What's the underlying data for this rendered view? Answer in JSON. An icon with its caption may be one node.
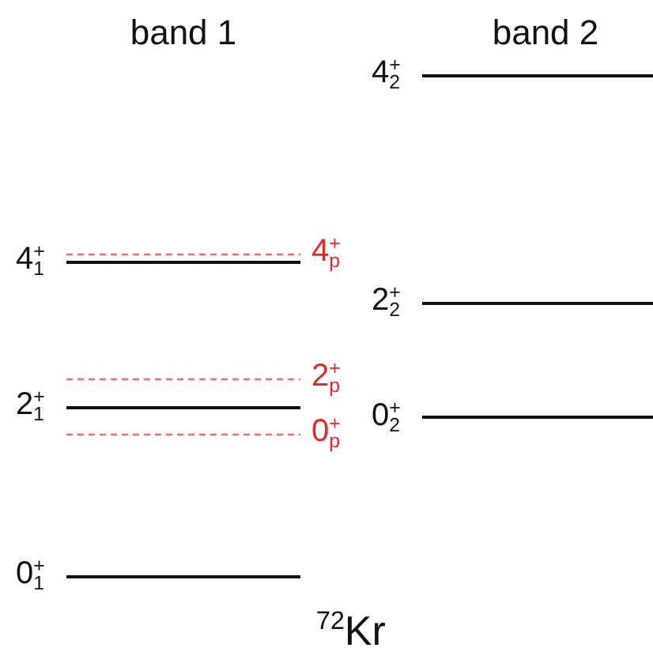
{
  "diagram": {
    "labels": [
      "band 1",
      "band 2",
      "4$^{+}$$_{2}$",
      "4$^{+}$$_{1}$",
      "4$^{+}$$_{p}$",
      "2$^{+}$$_{2}$",
      "2$^{+}$$_{p}$",
      "2$^{+}$$_{1}$",
      "0$^{+}$$_{2}$",
      "0$^{+}$$_{p}$",
      "0$^{+}$$_{1}$",
      "$^{72}$Kr"
    ]
  }
}
